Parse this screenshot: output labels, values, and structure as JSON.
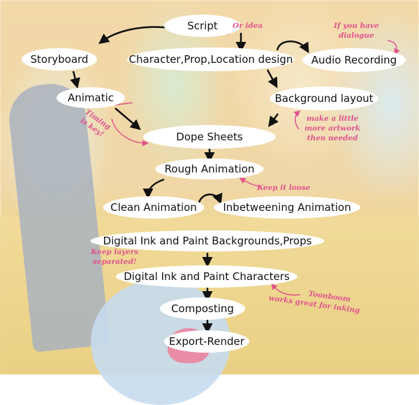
{
  "nodes": {
    "script": "Script",
    "storyboard": "Storyboard",
    "design": "Character,Prop,Location design",
    "audio": "Audio Recording",
    "animatic": "Animatic",
    "background": "Background layout",
    "dope": "Dope Sheets",
    "rough": "Rough Animation",
    "clean": "Clean Animation",
    "inbetween": "Inbetweening Animation",
    "ink_bg": "Digital Ink and Paint Backgrounds,Props",
    "ink_char": "Digital Ink and Paint Characters",
    "composting": "Composting",
    "export": "Export-Render"
  },
  "notes": {
    "idea": "Or idea",
    "dialogue_1": "If you have",
    "dialogue_2": "dialogue",
    "artwork_1": "make a little",
    "artwork_2": "more artwork",
    "artwork_3": "then needed",
    "timing_1": "Timing",
    "timing_2": "is key!",
    "loose": "Keep it loose",
    "layers_1": "Keep layers",
    "layers_2": "separated!",
    "toonboom_1": "Toonboom",
    "toonboom_2": "works great for inking"
  },
  "colors": {
    "annotation": "#e0548f",
    "arrow": "#111111"
  }
}
